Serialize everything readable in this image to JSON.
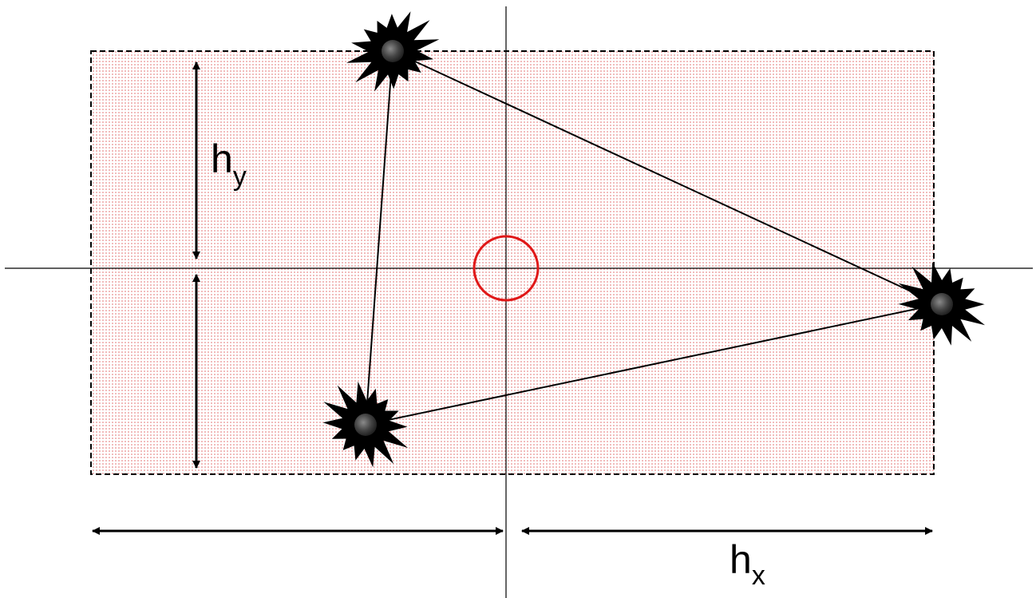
{
  "labels": {
    "h_y_main": "h",
    "h_y_sub": "y",
    "h_x_main": "h",
    "h_x_sub": "x"
  },
  "colors": {
    "region_dots": "#e06060",
    "center_circle": "#e01818",
    "stroke": "#000000",
    "background": "#ffffff"
  },
  "icons": [
    "burst-star-icon",
    "burst-star-icon",
    "burst-star-icon"
  ]
}
